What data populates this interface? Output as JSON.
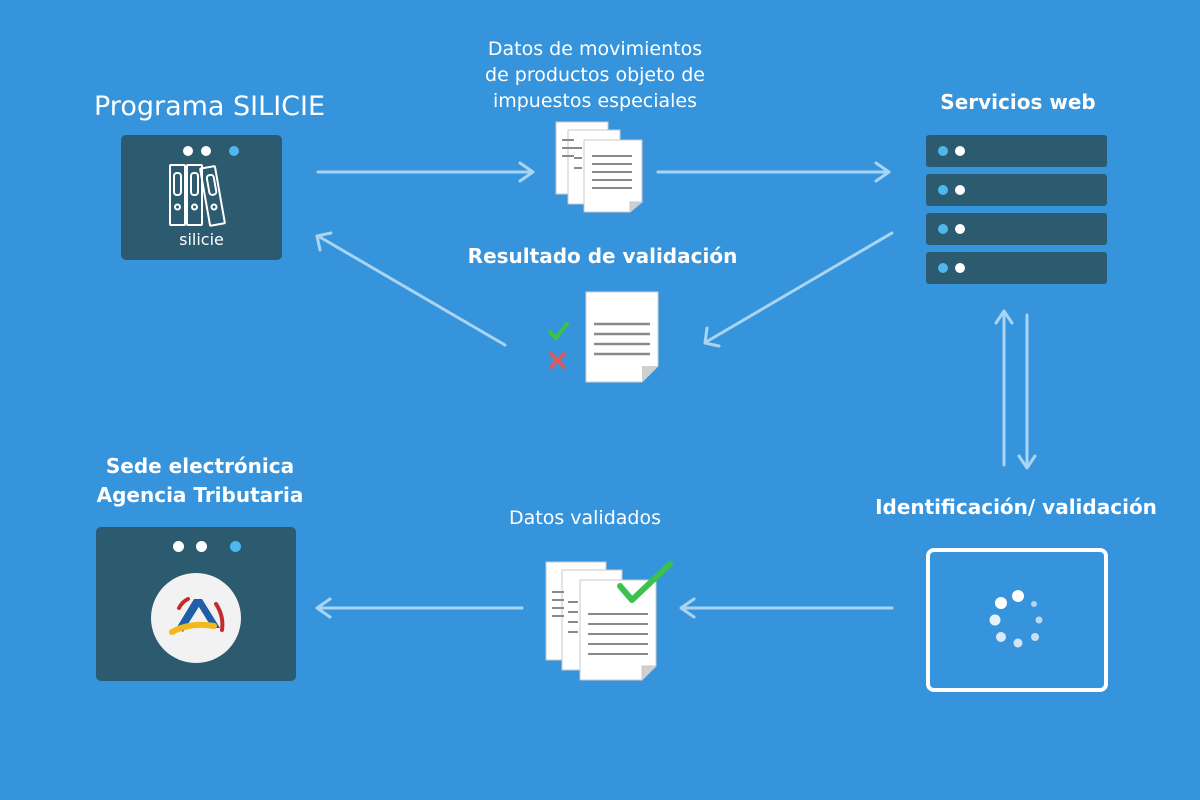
{
  "labels": {
    "programa": "Programa SILICIE",
    "datos_movimientos": [
      "Datos de movimientos",
      "de productos  objeto de",
      "impuestos especiales"
    ],
    "servicios_web": "Servicios web",
    "resultado_validacion": "Resultado de validación",
    "sede": [
      "Sede electrónica",
      "Agencia Tributaria"
    ],
    "datos_validados": "Datos validados",
    "identificacion": "Identificación/ validación",
    "silicie_logo_text": "silicie"
  },
  "colors": {
    "background": "#3594dc",
    "panel": "#2c5a6e",
    "arrow": "#a9d4f2",
    "check_green": "#3bc24d",
    "cross_red": "#e3585a",
    "dot_blue": "#4db8ee"
  },
  "icons": {
    "silicie_app": "binders-icon",
    "documents": "document-stack-icon",
    "server": "server-rack-icon",
    "validation": "document-check-cross-icon",
    "aeat": "agencia-tributaria-logo",
    "spinner": "loading-spinner-icon"
  }
}
